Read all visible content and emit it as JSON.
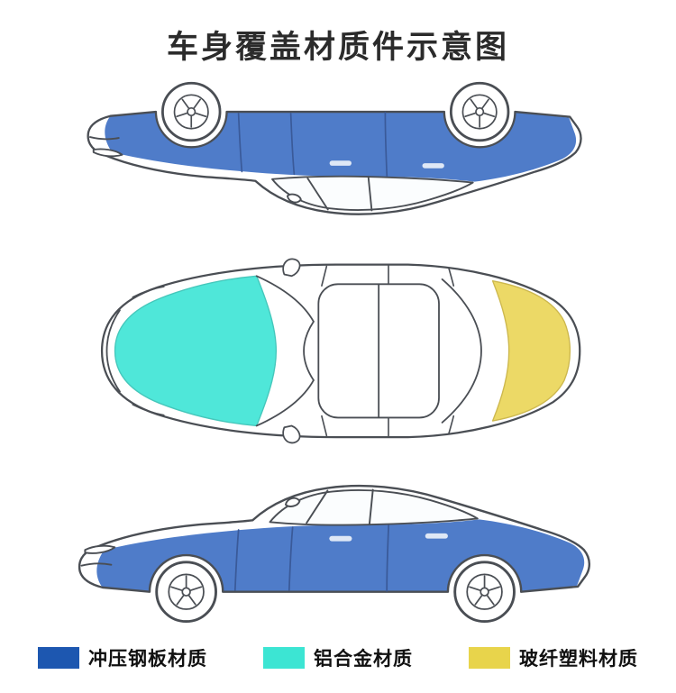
{
  "page": {
    "title": "车身覆盖材质件示意图"
  },
  "colors": {
    "steel_panel": "#4f7cc9",
    "aluminum_panel": "#4fe7d9",
    "fiberglass_panel": "#ecd966",
    "outline": "#4a4e54",
    "glass": "#fbfdfe",
    "detail": "#dfe8f6"
  },
  "legend": {
    "items": [
      {
        "id": "stamped-steel",
        "label": "冲压钢板材质",
        "color": "#1d57b0"
      },
      {
        "id": "aluminum-alloy",
        "label": "铝合金材质",
        "color": "#3ce5d3"
      },
      {
        "id": "fiberglass-plastic",
        "label": "玻纤塑料材质",
        "color": "#e8d44b"
      }
    ]
  }
}
